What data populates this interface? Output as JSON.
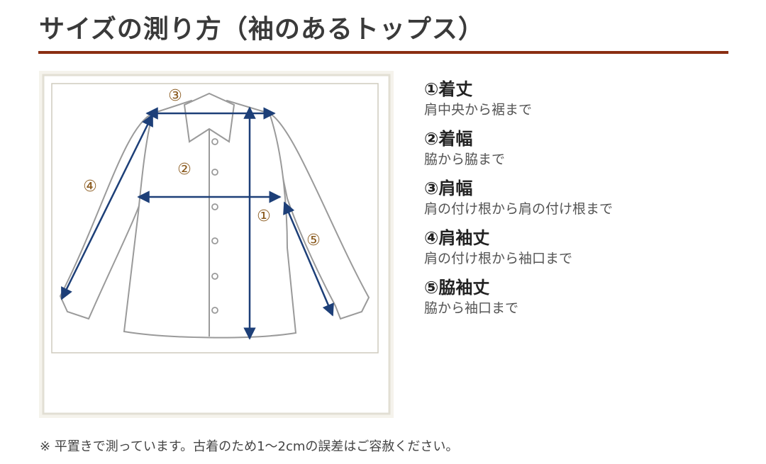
{
  "page": {
    "title": "サイズの測り方（袖のあるトップス）"
  },
  "diagram": {
    "markers": [
      "①",
      "②",
      "③",
      "④",
      "⑤"
    ]
  },
  "measurements": [
    {
      "label": "①着丈",
      "desc": "肩中央から裾まで"
    },
    {
      "label": "②着幅",
      "desc": "脇から脇まで"
    },
    {
      "label": "③肩幅",
      "desc": "肩の付け根から肩の付け根まで"
    },
    {
      "label": "④肩袖丈",
      "desc": "肩の付け根から袖口まで"
    },
    {
      "label": "⑤脇袖丈",
      "desc": "脇から袖口まで"
    }
  ],
  "note": "※ 平置きで測っています。古着のため1～2cmの誤差はご容赦ください。",
  "colors": {
    "accent_rule": "#8a2e12",
    "arrow": "#1d3f78",
    "marker": "#8a5a1e",
    "frame_bg": "#f3f1ea"
  }
}
